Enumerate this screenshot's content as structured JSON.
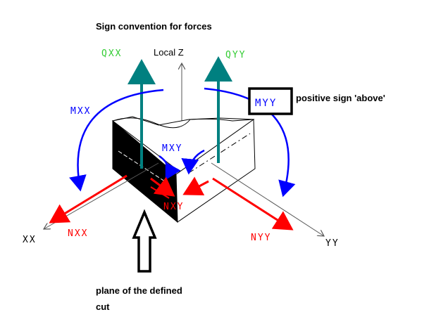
{
  "title": "Sign convention for forces",
  "axes": {
    "local_z": "Local Z",
    "xx": "XX",
    "yy": "YY"
  },
  "forces": {
    "qxx": "QXX",
    "qyy": "QYY",
    "mxx": "MXX",
    "myy": "MYY",
    "mxy": "MXY",
    "nxx": "NXX",
    "nyy": "NYY",
    "nxy": "NXY"
  },
  "notes": {
    "positive_sign": "positive sign 'above'",
    "cut_line1": "plane of the defined",
    "cut_line2": "cut"
  },
  "colors": {
    "shear": "#008080",
    "moment": "#0000ff",
    "normal": "#ff0000",
    "qxx_text": "#33cc33",
    "qyy_text": "#33cc33",
    "axis": "#555555"
  }
}
